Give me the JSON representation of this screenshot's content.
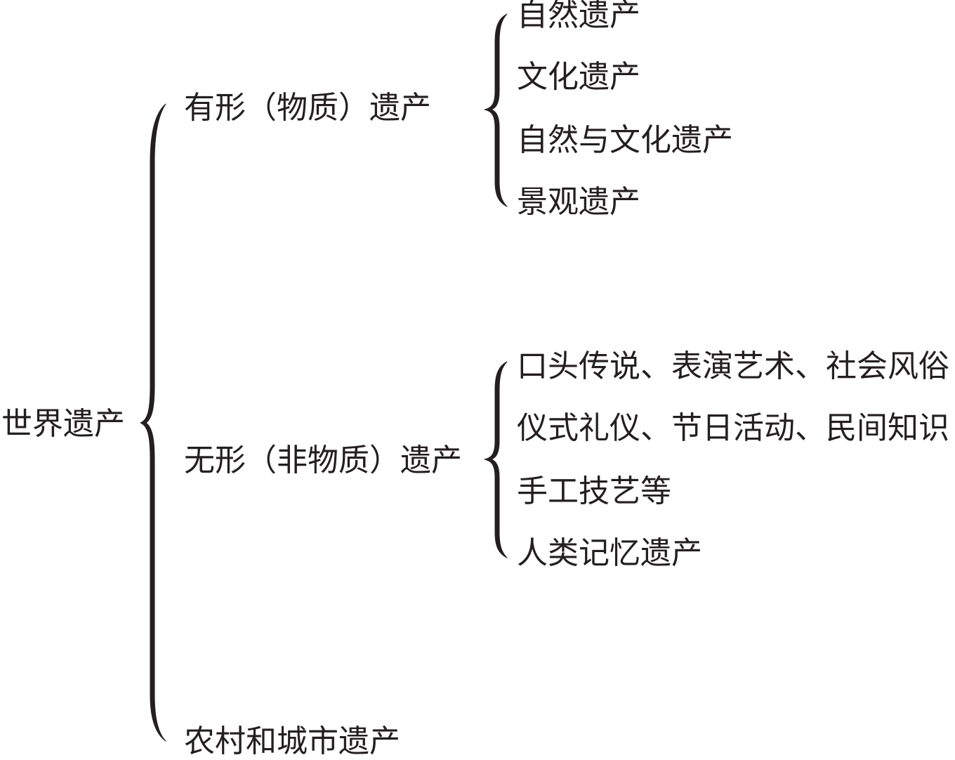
{
  "diagram": {
    "root": {
      "label": "世界遗产"
    },
    "branches": [
      {
        "label": "有形（物质）遗产",
        "children": [
          "自然遗产",
          "文化遗产",
          "自然与文化遗产",
          "景观遗产"
        ]
      },
      {
        "label": "无形（非物质）遗产",
        "children": [
          "口头传说、表演艺术、社会风俗",
          "仪式礼仪、节日活动、民间知识",
          "手工技艺等",
          "人类记忆遗产"
        ]
      },
      {
        "label": "农村和城市遗产",
        "children": []
      }
    ],
    "colors": {
      "ink": "#231f20",
      "background": "#ffffff"
    }
  }
}
